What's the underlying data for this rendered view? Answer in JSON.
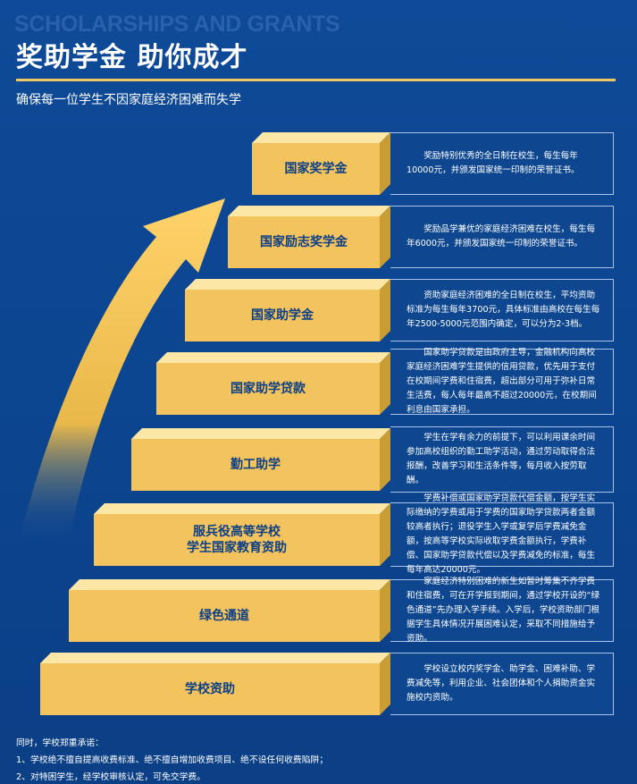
{
  "header": {
    "eyebrow": "SCHOLARSHIPS AND GRANTS",
    "title": "奖助学金 助你成才",
    "subtitle": "确保每一位学生不因家庭经济困难而失学"
  },
  "colors": {
    "background": "#0d4590",
    "gold": "#f3c45d",
    "gold_light": "#fde7a6",
    "text_dark": "#0d3f86"
  },
  "steps": [
    {
      "label": "国家奖学金",
      "description": "奖励特别优秀的全日制在校生，每生每年10000元，并颁发国家统一印制的荣誉证书。"
    },
    {
      "label": "国家励志奖学金",
      "description": "奖励品学兼优的家庭经济困难在校生，每生每年6000元，并颁发国家统一印制的荣誉证书。"
    },
    {
      "label": "国家助学金",
      "description": "资助家庭经济困难的全日制在校生，平均资助标准为每生每年3700元，具体标准由高校在每生每年2500-5000元范围内确定，可以分为2-3档。"
    },
    {
      "label": "国家助学贷款",
      "description": "国家助学贷款是由政府主导，金融机构向高校家庭经济困难学生提供的信用贷款，优先用于支付在校期间学费和住宿费，超出部分可用于弥补日常生活费，每人每年最高不超过20000元，在校期间利息由国家承担。"
    },
    {
      "label": "勤工助学",
      "description": "学生在学有余力的前提下，可以利用课余时间参加高校组织的勤工助学活动，通过劳动取得合法报酬，改善学习和生活条件等，每月收入按劳取酬。"
    },
    {
      "label": "服兵役高等学校学生国家教育资助",
      "label_lines": [
        "服兵役高等学校",
        "学生国家教育资助"
      ],
      "description": "学费补偿或国家助学贷款代偿金额，按学生实际缴纳的学费或用于学费的国家助学贷款两者金额较高者执行；退役学生入学或复学后学费减免金额，按高等学校实际收取学费金额执行，学费补偿、国家助学贷款代偿以及学费减免的标准，每生每年高达20000元。"
    },
    {
      "label": "绿色通道",
      "description": "家庭经济特别困难的新生如暂时筹集不齐学费和住宿费，可在开学报到期间，通过学校开设的“绿色通道”先办理入学手续。入学后，学校资助部门根据学生具体情况开展困难认定，采取不同措施给予资助。"
    },
    {
      "label": "学校资助",
      "description": "学校设立校内奖学金、助学金、困难补助、学费减免等，利用企业、社会团体和个人捐助资金实施校内资助。"
    }
  ],
  "footer": {
    "intro": "同时，学校郑重承诺：",
    "items": [
      "1、学校绝不擅自提高收费标准、绝不擅自增加收费项目、绝不设任何收费陷阱；",
      "2、对特困学生，经学校审核认定，可免交学费。"
    ]
  }
}
